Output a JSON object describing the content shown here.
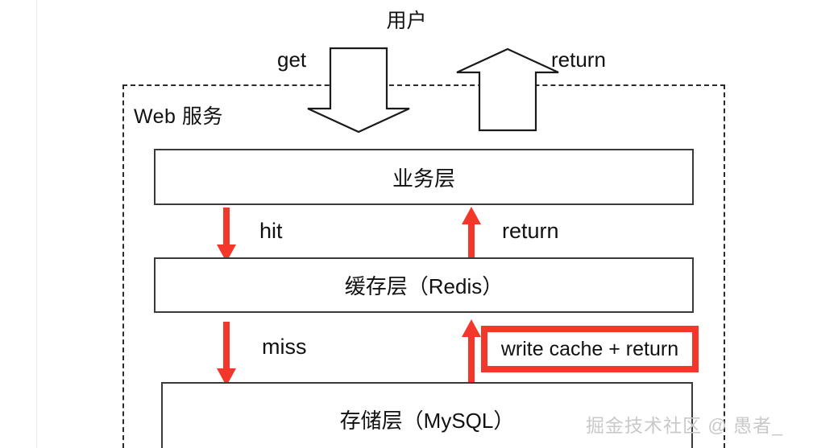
{
  "diagram": {
    "title": "用户",
    "container_label": "Web 服务",
    "flow_labels": {
      "get": "get",
      "return_top": "return",
      "hit": "hit",
      "return_mid": "return",
      "miss": "miss"
    },
    "layers": [
      {
        "name": "business",
        "label": "业务层"
      },
      {
        "name": "cache",
        "label": "缓存层（Redis）"
      },
      {
        "name": "storage",
        "label": "存储层（MySQL）"
      }
    ],
    "callout": {
      "label": "write cache + return",
      "border_color": "#f4372b"
    },
    "colors": {
      "arrow_red": "#f4372b",
      "box_border": "#3a3a3a",
      "dashed_border": "#2b2b2b",
      "text": "#111111",
      "watermark": "#c9c9c9"
    },
    "watermark": "掘金技术社区 @ 愚者_"
  }
}
